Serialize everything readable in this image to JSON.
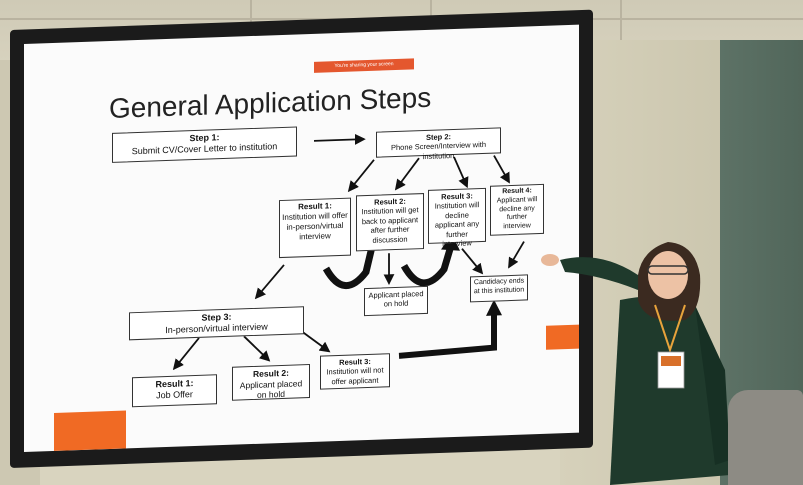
{
  "slide": {
    "title": "General Application Steps",
    "share_bar": "You're sharing your screen",
    "step1": {
      "head": "Step 1:",
      "text": "Submit CV/Cover Letter to institution"
    },
    "step2": {
      "head": "Step 2:",
      "text": "Phone Screen/Interview with institution"
    },
    "result1": {
      "head": "Result 1:",
      "text": "Institution will offer in-person/virtual interview"
    },
    "result2": {
      "head": "Result 2:",
      "text": "Institution will get back to applicant after further discussion"
    },
    "result3": {
      "head": "Result 3:",
      "text": "Institution will decline applicant any further interview"
    },
    "result4": {
      "head": "Result 4:",
      "text": "Applicant will decline any further interview"
    },
    "hold": {
      "text": "Applicant placed on hold"
    },
    "candidacy_end": {
      "text": "Candidacy ends at this institution"
    },
    "step3": {
      "head": "Step 3:",
      "text": "In-person/virtual interview"
    },
    "s3_result1": {
      "head": "Result 1:",
      "text": "Job Offer"
    },
    "s3_result2": {
      "head": "Result 2:",
      "text": "Applicant placed on hold"
    },
    "s3_result3": {
      "head": "Result 3:",
      "text": "Institution will not offer applicant"
    }
  },
  "colors": {
    "accent_orange": "#f06a24",
    "badge_lanyard": "#e8a33b",
    "jacket": "#1f3a2c"
  },
  "icons": {
    "presenter": "person-pointing-icon"
  }
}
